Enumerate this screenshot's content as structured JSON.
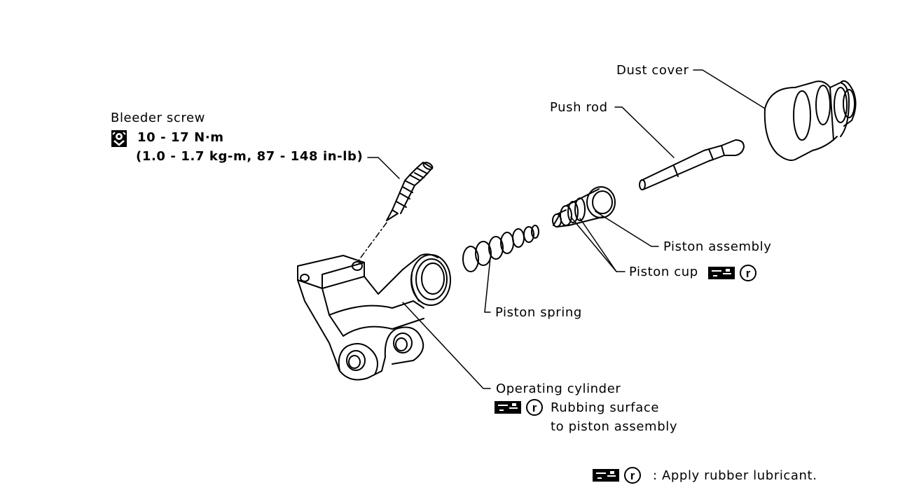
{
  "labels": {
    "bleeder_screw": "Bleeder screw",
    "torque": "10 - 17 N·m",
    "torque_alt": "(1.0 - 1.7 kg-m, 87 - 148 in-lb)",
    "dust_cover": "Dust cover",
    "push_rod": "Push rod",
    "piston_assembly": "Piston assembly",
    "piston_cup": "Piston cup",
    "piston_spring": "Piston spring",
    "operating_cylinder": "Operating cylinder",
    "rubbing_surface": "Rubbing surface",
    "to_piston_assembly": "to piston assembly",
    "legend_note": ": Apply rubber lubricant.",
    "lube_symbol_letter": "r"
  },
  "icons": [
    "torque-wrench-icon",
    "rubber-lubricant-icon"
  ]
}
